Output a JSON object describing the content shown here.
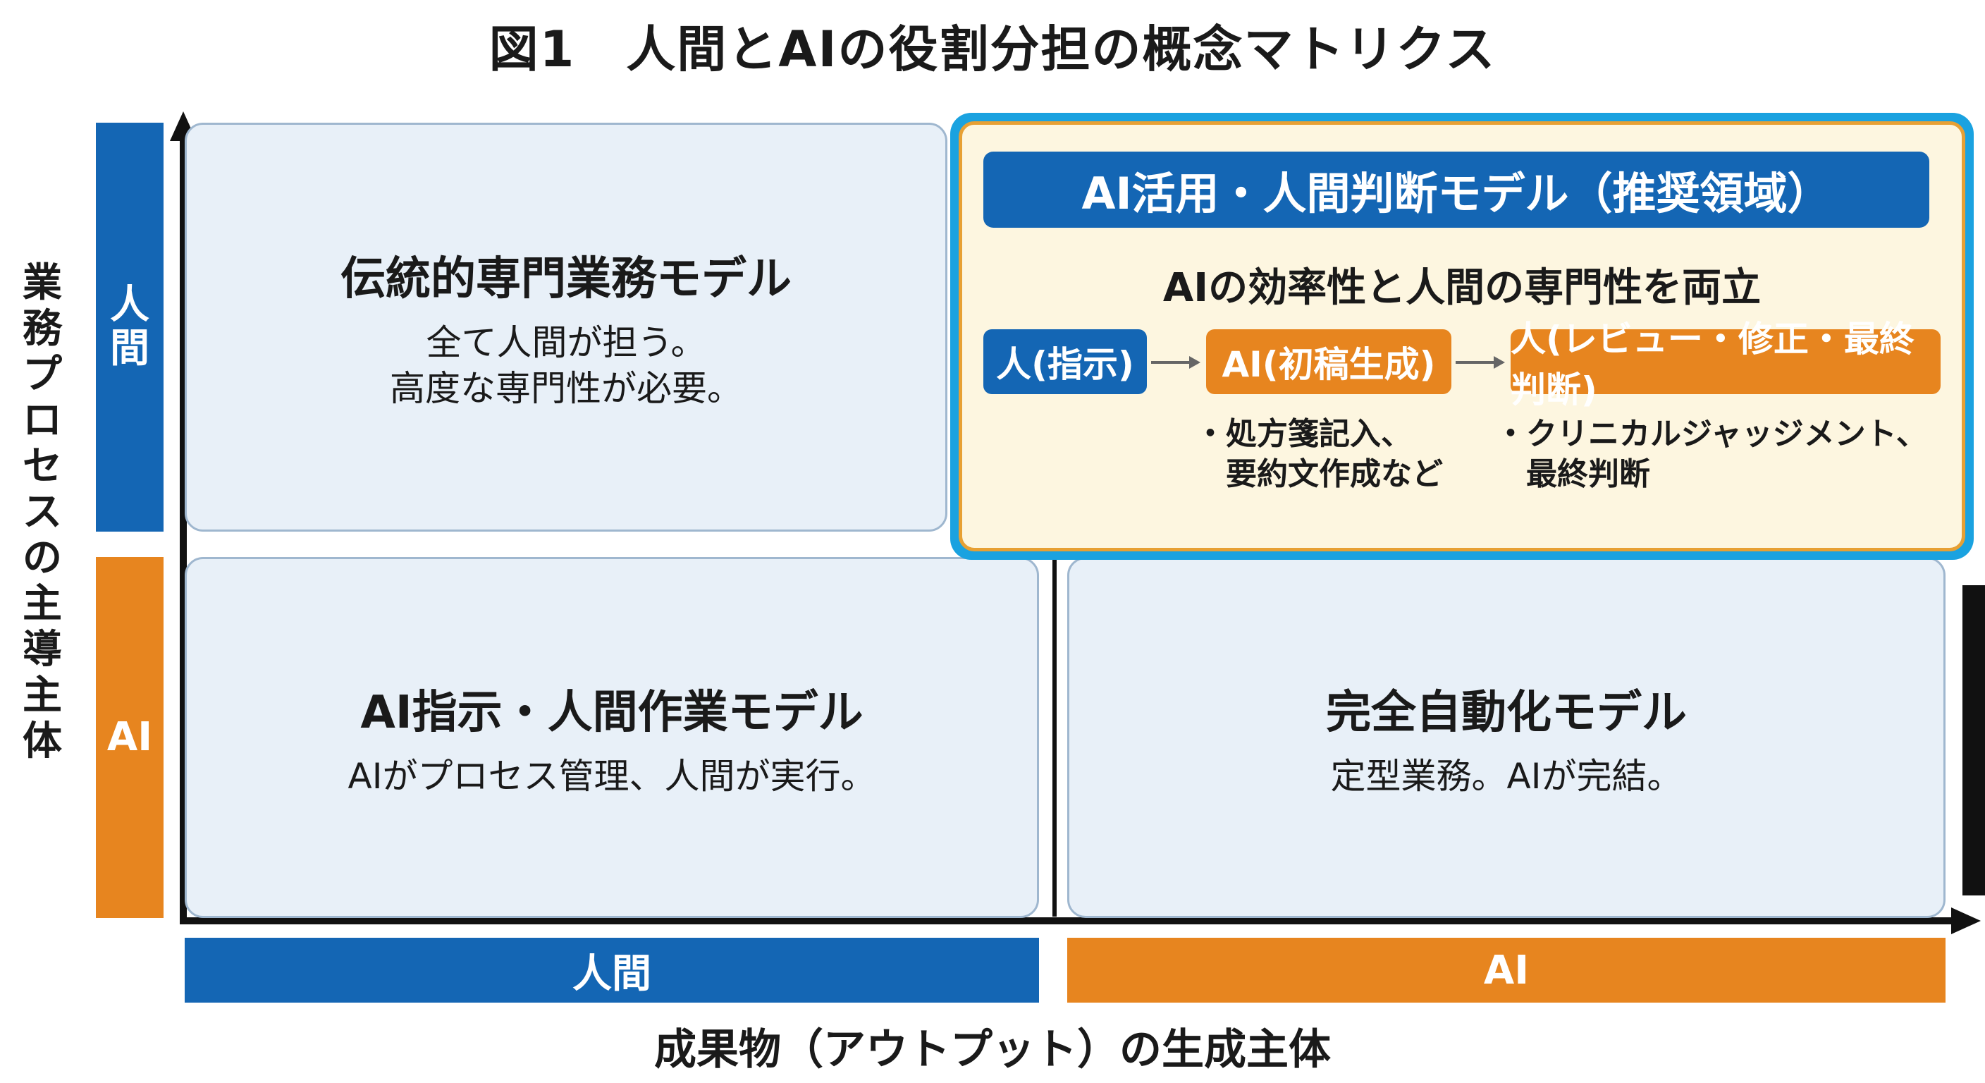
{
  "title": "図1　人間とAIの役割分担の概念マトリクス",
  "y_axis": {
    "title_chars": [
      "業",
      "務",
      "プ",
      "ロ",
      "セ",
      "ス",
      "の",
      "主",
      "導",
      "主",
      "体"
    ],
    "bands": [
      {
        "label_chars": [
          "人",
          "間"
        ],
        "color": "#1466b4"
      },
      {
        "label_chars": [
          "AI"
        ],
        "color": "#e7851f"
      }
    ]
  },
  "x_axis": {
    "title": "成果物（アウトプット）の生成主体",
    "bands": [
      {
        "label": "人間",
        "color": "#1466b4"
      },
      {
        "label": "AI",
        "color": "#e7851f"
      }
    ]
  },
  "quadrants": {
    "top_left": {
      "title": "伝統的専門業務モデル",
      "lines": [
        "全て人間が担う。",
        "高度な専門性が必要。"
      ]
    },
    "top_right": {
      "title": "AI活用・人間判断モデル（推奨領域）",
      "subtitle": "AIの効率性と人間の専門性を両立",
      "flow": [
        {
          "label": "人(指示)",
          "color": "#1466b4"
        },
        {
          "label": "AI(初稿生成)",
          "color": "#e7851f"
        },
        {
          "label": "人(レビュー・修正・最終判断)",
          "color": "#e7851f"
        }
      ],
      "notes": [
        [
          "・処方箋記入、",
          "　要約文作成など"
        ],
        [
          "・クリニカルジャッジメント、",
          "　最終判断"
        ]
      ]
    },
    "bottom_left": {
      "title": "AI指示・人間作業モデル",
      "lines": [
        "AIがプロセス管理、人間が実行。"
      ]
    },
    "bottom_right": {
      "title": "完全自動化モデル",
      "lines": [
        "定型業務。AIが完結。"
      ]
    }
  },
  "colors": {
    "human": "#1466b4",
    "ai": "#e7851f",
    "cell_bg": "#e8f0f8",
    "recommended_frame": "#1aa2e0",
    "recommended_bg": "#fdf6e0"
  }
}
